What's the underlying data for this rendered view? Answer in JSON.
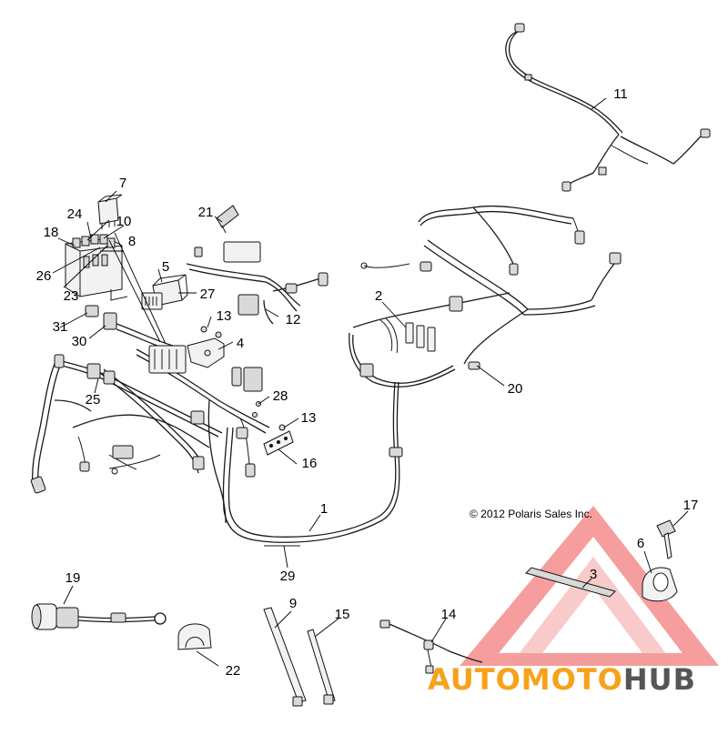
{
  "copyright": "© 2012 Polaris Sales Inc.",
  "watermark": {
    "auto": "AUTO",
    "moto": "MOTO",
    "hub": "HUB",
    "colors": {
      "triangle": "#ee4444",
      "auto": "#f7a21b",
      "hub": "#555555"
    }
  },
  "callouts": {
    "c1": "1",
    "c2": "2",
    "c3": "3",
    "c4": "4",
    "c5": "5",
    "c6": "6",
    "c7": "7",
    "c8": "8",
    "c9": "9",
    "c10": "10",
    "c11": "11",
    "c12": "12",
    "c13a": "13",
    "c13b": "13",
    "c14": "14",
    "c15": "15",
    "c16": "16",
    "c17": "17",
    "c18": "18",
    "c19": "19",
    "c20": "20",
    "c21": "21",
    "c22": "22",
    "c23": "23",
    "c24": "24",
    "c25": "25",
    "c26": "26",
    "c27": "27",
    "c28": "28",
    "c29": "29",
    "c30": "30",
    "c31": "31"
  }
}
